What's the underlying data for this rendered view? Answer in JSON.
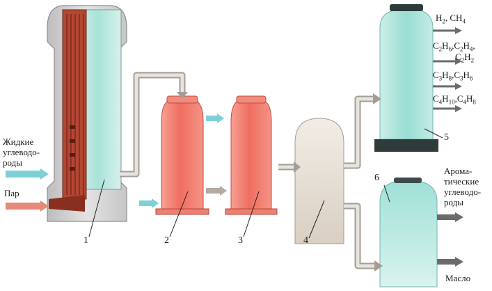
{
  "inputs": {
    "liquid_hydrocarbons": [
      "Жидкие",
      "углеводо-",
      "роды"
    ],
    "steam": "Пар"
  },
  "units": {
    "furnace": "1",
    "cooler_1": "2",
    "cooler_2": "3",
    "separator": "4",
    "gas_column": "5",
    "liquid_column": "6"
  },
  "outputs": {
    "gas_1": [
      "H",
      "2",
      ", CH",
      "4"
    ],
    "gas_2_line1": [
      "C",
      "2",
      "H",
      "6",
      ",C",
      "2",
      "H",
      "4",
      ","
    ],
    "gas_2_line2": [
      "C",
      "2",
      "H",
      "2"
    ],
    "gas_3": [
      "C",
      "3",
      "H",
      "8",
      ",C",
      "3",
      "H",
      "6"
    ],
    "gas_4": [
      "C",
      "4",
      "H",
      "10",
      ",C",
      "4",
      "H",
      "8"
    ],
    "aromatics": [
      "Арома-",
      "тические",
      "углеводо-",
      "роды"
    ],
    "oil": "Масло"
  },
  "colors": {
    "furnace_shell": "#cfcfcf",
    "furnace_coil": "#a33a2a",
    "vessel_red": "#f06b5e",
    "column_cyan": "#a8e4dc",
    "separator_beige": "#e9e2d6",
    "arrow_cyan": "#7fd0d6",
    "arrow_red": "#e58a78",
    "arrow_grey": "#b3aaa2",
    "arrow_dark": "#6b6b6b"
  }
}
